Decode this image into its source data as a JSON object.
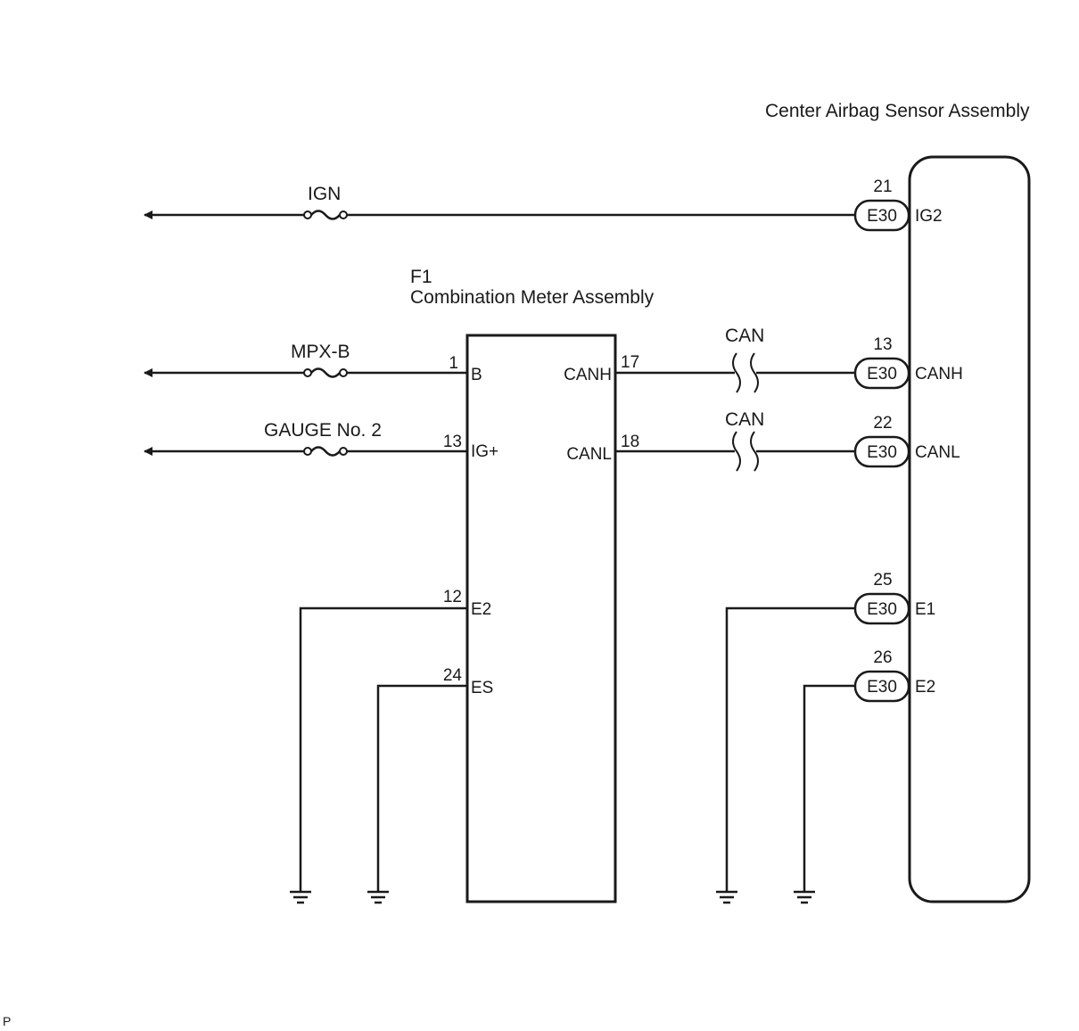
{
  "components": {
    "airbag_sensor": {
      "name": "Center Airbag Sensor Assembly"
    },
    "combination_meter": {
      "code": "F1",
      "name": "Combination Meter Assembly"
    }
  },
  "fuses": {
    "ign": "IGN",
    "mpx_b": "MPX-B",
    "gauge2": "GAUGE No. 2"
  },
  "can_labels": {
    "canh": "CAN",
    "canl": "CAN"
  },
  "meter_pins": {
    "b": {
      "number": "1",
      "name": "B"
    },
    "ig": {
      "number": "13",
      "name": "IG+"
    },
    "e2": {
      "number": "12",
      "name": "E2"
    },
    "es": {
      "number": "24",
      "name": "ES"
    },
    "canh": {
      "number": "17",
      "name": "CANH"
    },
    "canl": {
      "number": "18",
      "name": "CANL"
    }
  },
  "sensor_pins": {
    "ig2": {
      "number": "21",
      "connector": "E30",
      "name": "IG2"
    },
    "canh": {
      "number": "13",
      "connector": "E30",
      "name": "CANH"
    },
    "canl": {
      "number": "22",
      "connector": "E30",
      "name": "CANL"
    },
    "e1": {
      "number": "25",
      "connector": "E30",
      "name": "E1"
    },
    "e2": {
      "number": "26",
      "connector": "E30",
      "name": "E2"
    }
  },
  "footer": {
    "mark": "P"
  }
}
